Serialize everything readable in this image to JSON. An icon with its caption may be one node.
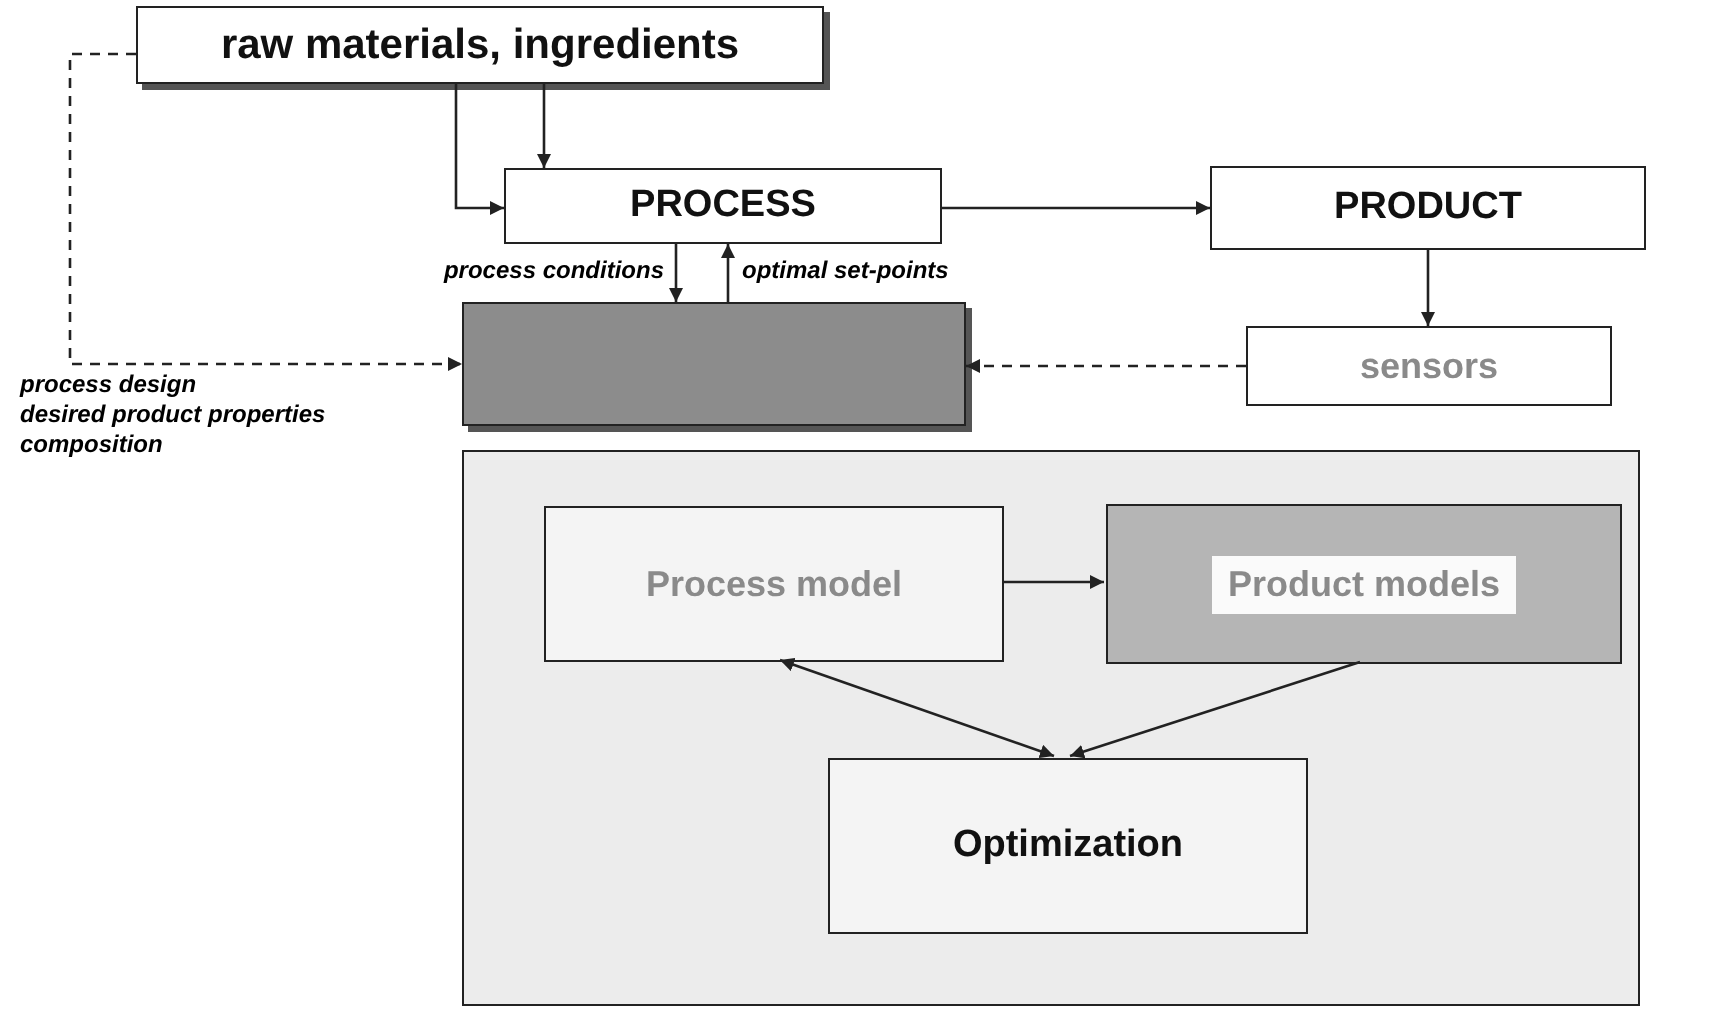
{
  "diagram": {
    "nodes": [
      {
        "text": [
          "raw materials, ingredients"
        ]
      },
      {
        "text": [
          "PROCESS"
        ]
      },
      {
        "text": [
          "PRODUCT"
        ]
      },
      {
        "text": [],
        "shape": "box"
      },
      {
        "text": [
          "sensors"
        ]
      },
      {
        "text": [],
        "shape": "box"
      },
      {
        "text": [
          "Process model"
        ],
        "in": 5
      },
      {
        "text": [
          "Product models"
        ],
        "in": 5
      },
      {
        "text": [
          "Optimization"
        ],
        "in": 5
      }
    ],
    "edges": [
      {
        "from": 0,
        "to": 1,
        "arrow": "to"
      },
      {
        "from": 0,
        "to": 1,
        "arrow": "to"
      },
      {
        "from": 0,
        "to": 3,
        "arrow": "to",
        "style": "dashed"
      },
      {
        "from": 1,
        "to": 2,
        "arrow": "to"
      },
      {
        "from": 1,
        "to": 3,
        "arrow": "to",
        "label": "process conditions"
      },
      {
        "from": 3,
        "to": 1,
        "arrow": "to",
        "label": "optimal set-points"
      },
      {
        "from": 2,
        "to": 4,
        "arrow": "to"
      },
      {
        "from": 4,
        "to": 3,
        "arrow": "to",
        "style": "dashed"
      },
      {
        "from": 6,
        "to": 7,
        "arrow": "to"
      },
      {
        "from": 8,
        "to": 6,
        "arrow": "both"
      },
      {
        "from": 7,
        "to": 8,
        "arrow": "to"
      }
    ],
    "labels": [
      "process design",
      "desired product properties",
      "composition"
    ]
  }
}
